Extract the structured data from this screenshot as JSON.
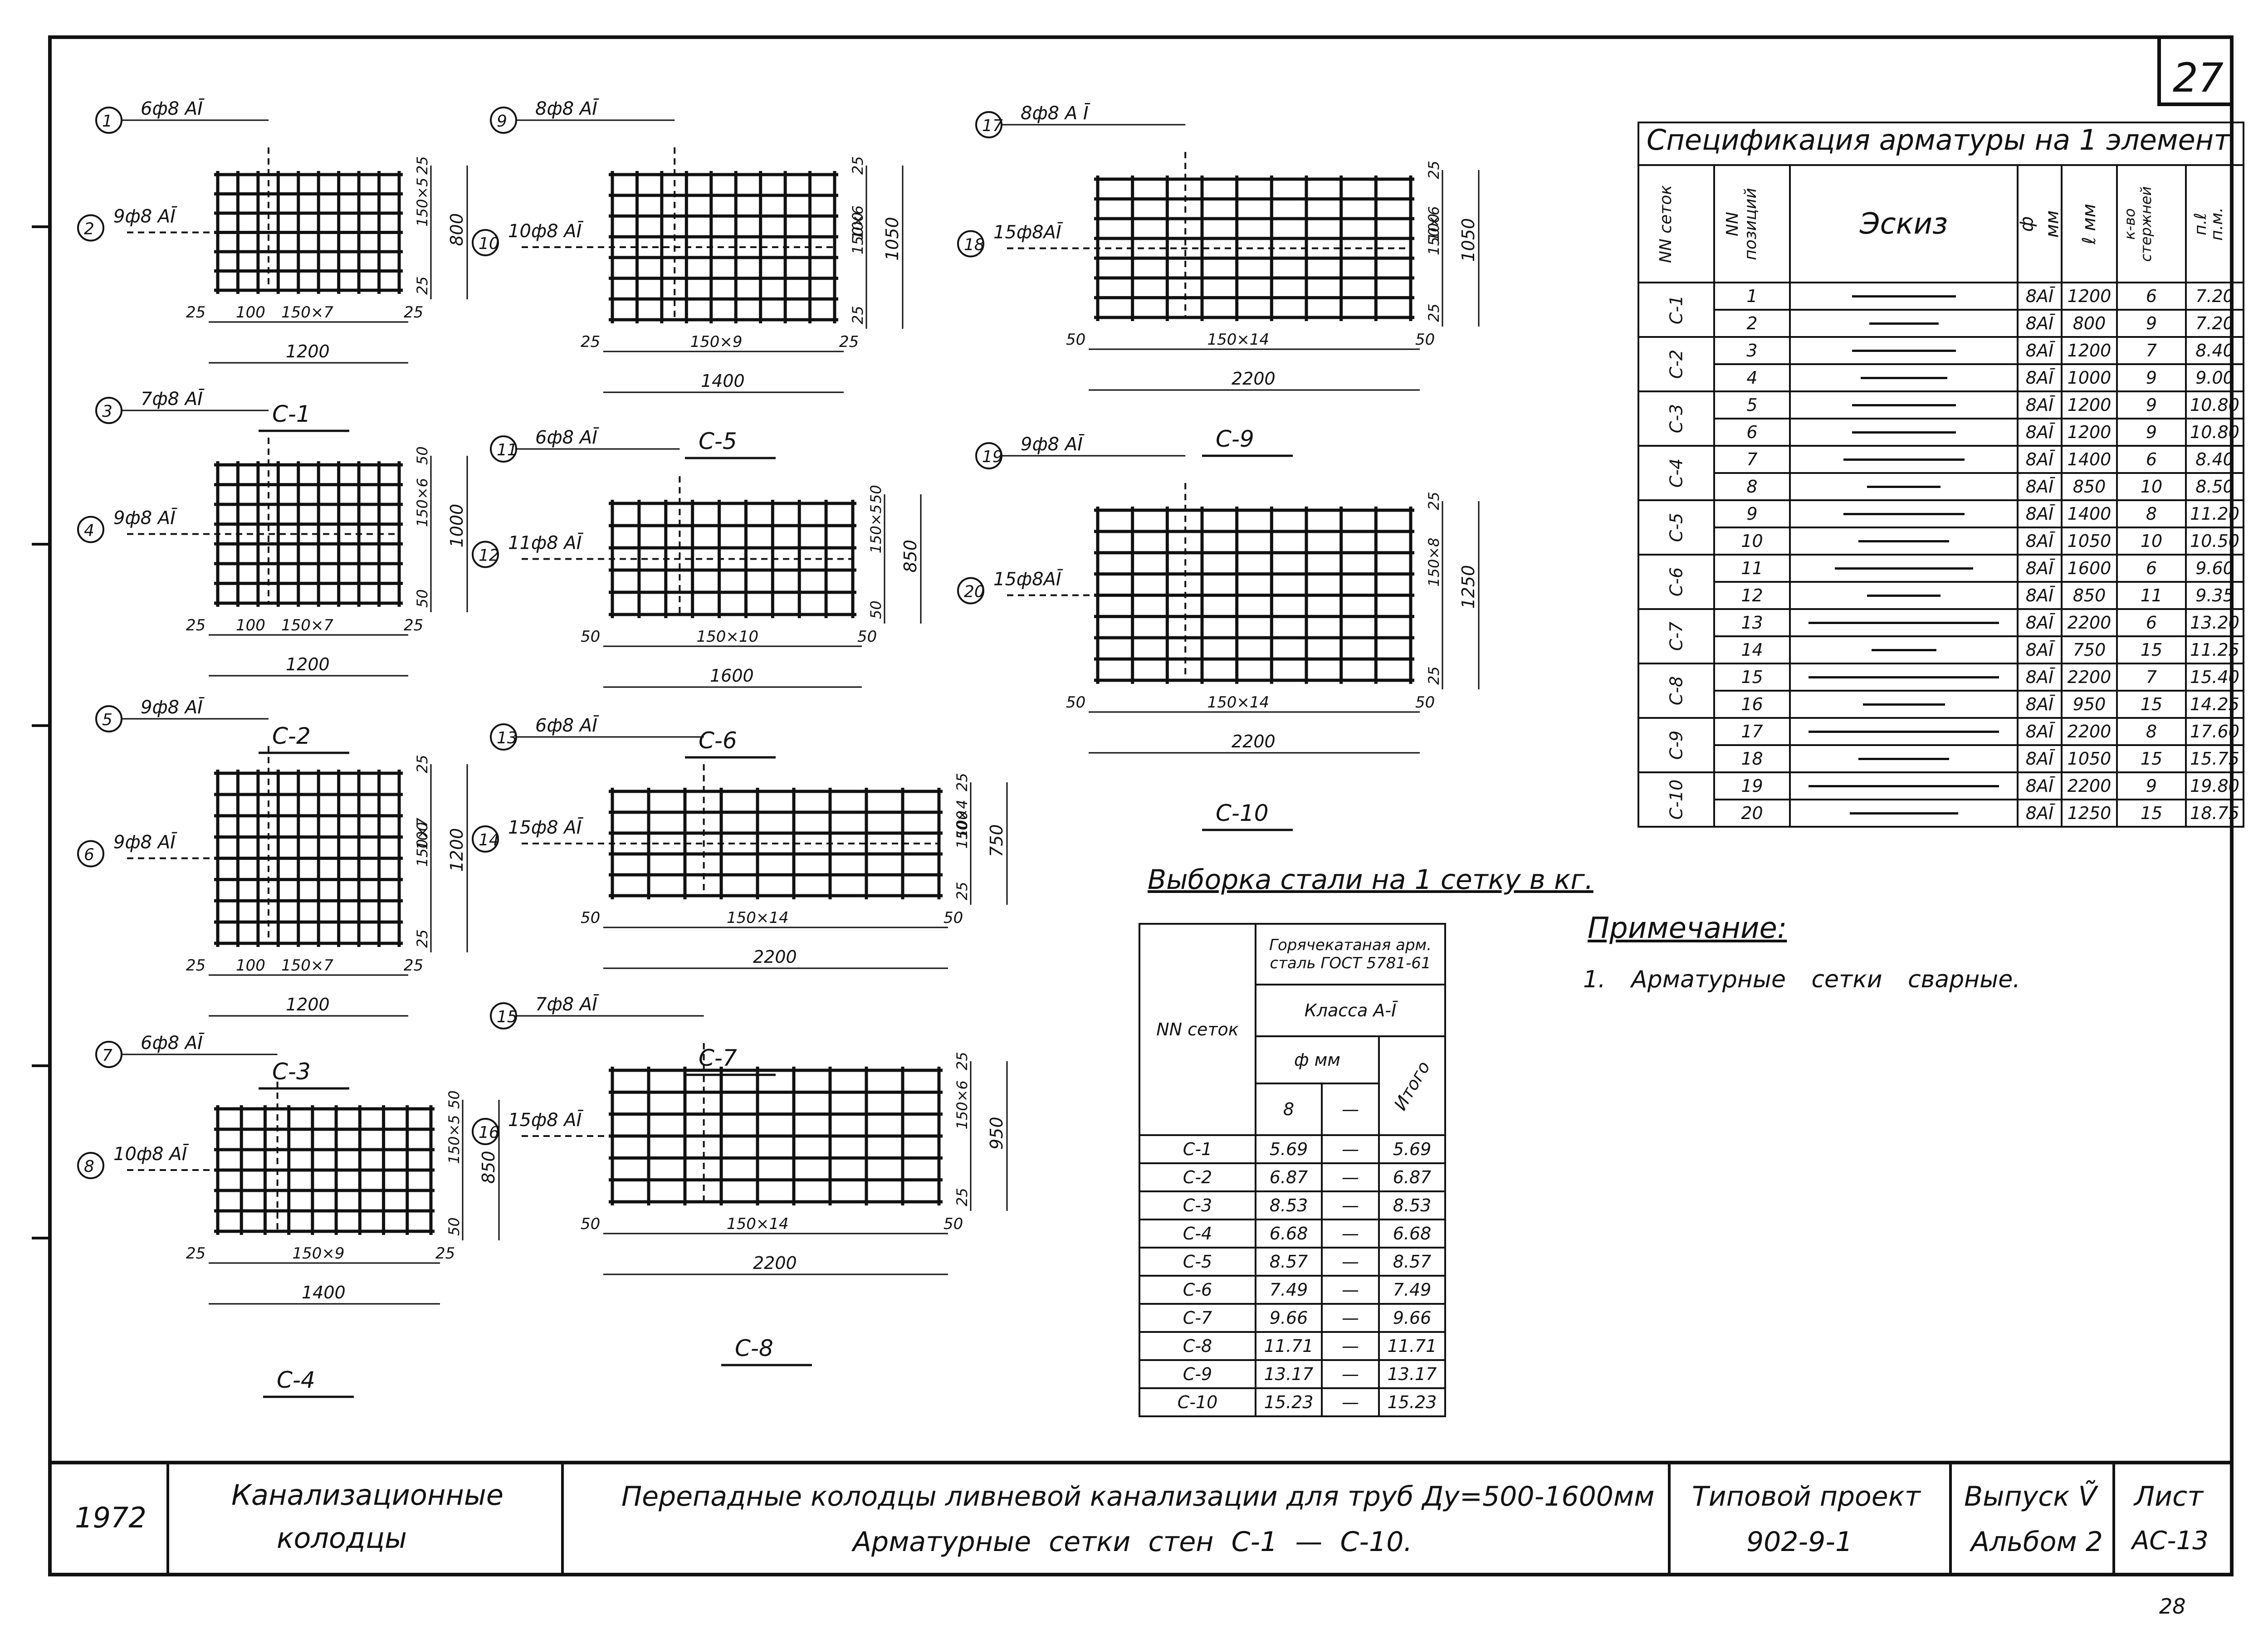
{
  "sheet_number_corner": "27",
  "page_footer_number": "28",
  "spec": {
    "title": "Спецификация арматуры на 1 элемент",
    "headers": {
      "mesh": "NN сеток",
      "pos": "NN позиций",
      "sketch": "Эскиз",
      "dia": "ф мм",
      "len": "ℓ мм",
      "count": "к-во стержней",
      "meters": "п.ℓ п.м."
    },
    "rows": [
      {
        "mesh": "C-1",
        "pos": "1",
        "dia": "8AĪ",
        "len": "1200",
        "count": "6",
        "meters": "7.20"
      },
      {
        "mesh": "",
        "pos": "2",
        "dia": "8AĪ",
        "len": "800",
        "count": "9",
        "meters": "7.20"
      },
      {
        "mesh": "C-2",
        "pos": "3",
        "dia": "8AĪ",
        "len": "1200",
        "count": "7",
        "meters": "8.40"
      },
      {
        "mesh": "",
        "pos": "4",
        "dia": "8AĪ",
        "len": "1000",
        "count": "9",
        "meters": "9.00"
      },
      {
        "mesh": "C-3",
        "pos": "5",
        "dia": "8AĪ",
        "len": "1200",
        "count": "9",
        "meters": "10.80"
      },
      {
        "mesh": "",
        "pos": "6",
        "dia": "8AĪ",
        "len": "1200",
        "count": "9",
        "meters": "10.80"
      },
      {
        "mesh": "C-4",
        "pos": "7",
        "dia": "8AĪ",
        "len": "1400",
        "count": "6",
        "meters": "8.40"
      },
      {
        "mesh": "",
        "pos": "8",
        "dia": "8AĪ",
        "len": "850",
        "count": "10",
        "meters": "8.50"
      },
      {
        "mesh": "C-5",
        "pos": "9",
        "dia": "8AĪ",
        "len": "1400",
        "count": "8",
        "meters": "11.20"
      },
      {
        "mesh": "",
        "pos": "10",
        "dia": "8AĪ",
        "len": "1050",
        "count": "10",
        "meters": "10.50"
      },
      {
        "mesh": "C-6",
        "pos": "11",
        "dia": "8AĪ",
        "len": "1600",
        "count": "6",
        "meters": "9.60"
      },
      {
        "mesh": "",
        "pos": "12",
        "dia": "8AĪ",
        "len": "850",
        "count": "11",
        "meters": "9.35"
      },
      {
        "mesh": "C-7",
        "pos": "13",
        "dia": "8AĪ",
        "len": "2200",
        "count": "6",
        "meters": "13.20"
      },
      {
        "mesh": "",
        "pos": "14",
        "dia": "8AĪ",
        "len": "750",
        "count": "15",
        "meters": "11.25"
      },
      {
        "mesh": "C-8",
        "pos": "15",
        "dia": "8AĪ",
        "len": "2200",
        "count": "7",
        "meters": "15.40"
      },
      {
        "mesh": "",
        "pos": "16",
        "dia": "8AĪ",
        "len": "950",
        "count": "15",
        "meters": "14.25"
      },
      {
        "mesh": "C-9",
        "pos": "17",
        "dia": "8AĪ",
        "len": "2200",
        "count": "8",
        "meters": "17.60"
      },
      {
        "mesh": "",
        "pos": "18",
        "dia": "8AĪ",
        "len": "1050",
        "count": "15",
        "meters": "15.75"
      },
      {
        "mesh": "C-10",
        "pos": "19",
        "dia": "8AĪ",
        "len": "2200",
        "count": "9",
        "meters": "19.80"
      },
      {
        "mesh": "",
        "pos": "20",
        "dia": "8AĪ",
        "len": "1250",
        "count": "15",
        "meters": "18.75"
      }
    ]
  },
  "sampling": {
    "title": "Выборка стали на 1 сетку в кг.",
    "h_mesh": "NN сеток",
    "h_steel": "Горячекатаная арм. сталь ГОСТ 5781-61",
    "h_class": "Класса А-Ī",
    "h_dia": "ф мм",
    "h_total": "Итого",
    "h_d8": "8",
    "h_dash": "—",
    "rows": [
      {
        "mesh": "C-1",
        "v8": "5.69",
        "dash": "—",
        "total": "5.69"
      },
      {
        "mesh": "C-2",
        "v8": "6.87",
        "dash": "—",
        "total": "6.87"
      },
      {
        "mesh": "C-3",
        "v8": "8.53",
        "dash": "—",
        "total": "8.53"
      },
      {
        "mesh": "C-4",
        "v8": "6.68",
        "dash": "—",
        "total": "6.68"
      },
      {
        "mesh": "C-5",
        "v8": "8.57",
        "dash": "—",
        "total": "8.57"
      },
      {
        "mesh": "C-6",
        "v8": "7.49",
        "dash": "—",
        "total": "7.49"
      },
      {
        "mesh": "C-7",
        "v8": "9.66",
        "dash": "—",
        "total": "9.66"
      },
      {
        "mesh": "C-8",
        "v8": "11.71",
        "dash": "—",
        "total": "11.71"
      },
      {
        "mesh": "C-9",
        "v8": "13.17",
        "dash": "—",
        "total": "13.17"
      },
      {
        "mesh": "C-10",
        "v8": "15.23",
        "dash": "—",
        "total": "15.23"
      }
    ]
  },
  "note": {
    "title": "Примечание:",
    "text": "1. Арматурные сетки сварные."
  },
  "meshes": [
    {
      "label": "C-1",
      "top_bar": "6ф8 AĪ",
      "top_pos": "1",
      "side_bar": "9ф8 AĪ",
      "side_pos": "2",
      "bottom_dims": [
        "25",
        "100",
        "150×7",
        "25"
      ],
      "overall_w": "1200",
      "right_dims": [
        "25",
        "150×5",
        "25"
      ],
      "overall_h": "800"
    },
    {
      "label": "C-2",
      "top_bar": "7ф8 AĪ",
      "top_pos": "3",
      "side_bar": "9ф8 AĪ",
      "side_pos": "4",
      "bottom_dims": [
        "25",
        "100",
        "150×7",
        "25"
      ],
      "overall_w": "1200",
      "right_dims": [
        "50",
        "150×6",
        "50"
      ],
      "overall_h": "1000"
    },
    {
      "label": "C-3",
      "top_bar": "9ф8 AĪ",
      "top_pos": "5",
      "side_bar": "9ф8 AĪ",
      "side_pos": "6",
      "bottom_dims": [
        "25",
        "100",
        "150×7",
        "25"
      ],
      "overall_w": "1200",
      "right_dims": [
        "25",
        "100",
        "150×7",
        "25"
      ],
      "overall_h": "1200"
    },
    {
      "label": "C-4",
      "top_bar": "6ф8 AĪ",
      "top_pos": "7",
      "side_bar": "10ф8 AĪ",
      "side_pos": "8",
      "bottom_dims": [
        "25",
        "150×9",
        "25"
      ],
      "overall_w": "1400",
      "right_dims": [
        "50",
        "150×5",
        "50"
      ],
      "overall_h": "850"
    },
    {
      "label": "C-5",
      "top_bar": "8ф8 AĪ",
      "top_pos": "9",
      "side_bar": "10ф8 AĪ",
      "side_pos": "10",
      "bottom_dims": [
        "25",
        "150×9",
        "25"
      ],
      "overall_w": "1400",
      "right_dims": [
        "25",
        "100",
        "150×6",
        "25"
      ],
      "overall_h": "1050"
    },
    {
      "label": "C-6",
      "top_bar": "6ф8 AĪ",
      "top_pos": "11",
      "side_bar": "11ф8 AĪ",
      "side_pos": "12",
      "bottom_dims": [
        "50",
        "150×10",
        "50"
      ],
      "overall_w": "1600",
      "right_dims": [
        "50",
        "150×5",
        "50"
      ],
      "overall_h": "850"
    },
    {
      "label": "C-7",
      "top_bar": "6ф8 AĪ",
      "top_pos": "13",
      "side_bar": "15ф8 AĪ",
      "side_pos": "14",
      "bottom_dims": [
        "50",
        "150×14",
        "50"
      ],
      "overall_w": "2200",
      "right_dims": [
        "25",
        "100",
        "150×4",
        "25"
      ],
      "overall_h": "750"
    },
    {
      "label": "C-8",
      "top_bar": "7ф8 AĪ",
      "top_pos": "15",
      "side_bar": "15ф8 AĪ",
      "side_pos": "16",
      "bottom_dims": [
        "50",
        "150×14",
        "50"
      ],
      "overall_w": "2200",
      "right_dims": [
        "25",
        "150×6",
        "25"
      ],
      "overall_h": "950"
    },
    {
      "label": "C-9",
      "top_bar": "8ф8 A Ī",
      "top_pos": "17",
      "side_bar": "15ф8AĪ",
      "side_pos": "18",
      "bottom_dims": [
        "50",
        "150×14",
        "50"
      ],
      "overall_w": "2200",
      "right_dims": [
        "25",
        "100",
        "150×6",
        "25"
      ],
      "overall_h": "1050"
    },
    {
      "label": "C-10",
      "top_bar": "9ф8 AĪ",
      "top_pos": "19",
      "side_bar": "15ф8AĪ",
      "side_pos": "20",
      "bottom_dims": [
        "50",
        "150×14",
        "50"
      ],
      "overall_w": "2200",
      "right_dims": [
        "25",
        "150×8",
        "25"
      ],
      "overall_h": "1250"
    }
  ],
  "title_block": {
    "year": "1972",
    "subject_line1": "Канализационные",
    "subject_line2": "колодцы",
    "title_line1": "Перепадные колодцы ливневой канализации для труб Ду=500-1600мм",
    "title_line2": "Арматурные сетки стен С-1 — С-10.",
    "project_label": "Типовой проект",
    "project_code": "902-9-1",
    "issue_label": "Выпуск Ṽ",
    "album_label": "Альбом 2",
    "sheet_label": "Лист",
    "sheet_code": "АС-13"
  }
}
